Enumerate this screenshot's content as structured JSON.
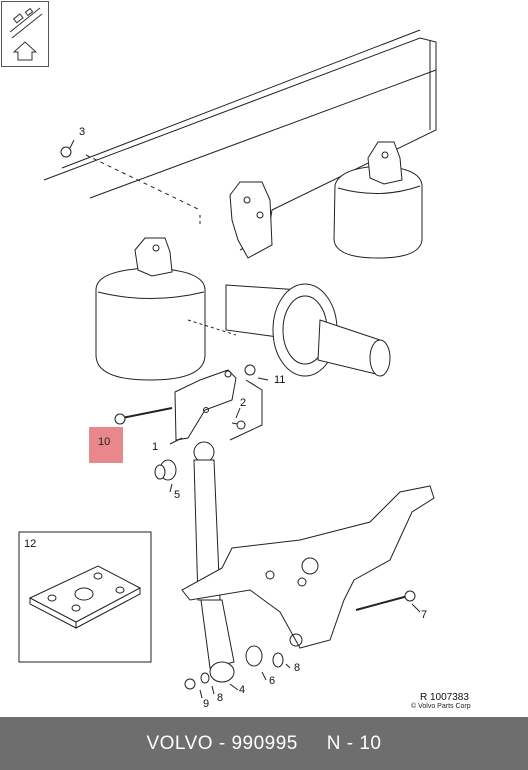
{
  "callouts": {
    "c1": "1",
    "c2": "2",
    "c3": "3",
    "c4": "4",
    "c5": "5",
    "c6": "6",
    "c7": "7",
    "c8a": "8",
    "c8b": "8",
    "c9": "9",
    "c10": "10",
    "c11": "11",
    "c12": "12"
  },
  "reference": {
    "code": "R 1007383",
    "copyright": "© Volvo Parts Corp"
  },
  "footer": {
    "brand": "VOLVO",
    "separator": " - ",
    "part_number": "990995",
    "spacer": "     ",
    "page": "N - 10"
  },
  "icons": {
    "nav": "parts-navigation-icon"
  },
  "colors": {
    "highlight": "#e8888d",
    "footer_bg": "#6e6e6e"
  }
}
